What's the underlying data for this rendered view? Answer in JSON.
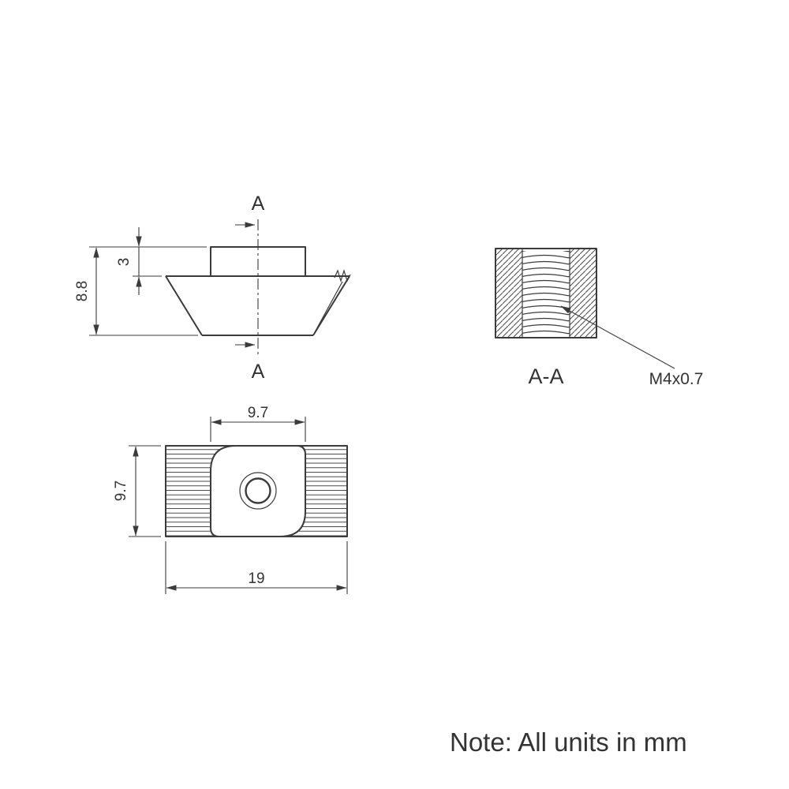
{
  "colors": {
    "ink": "#3b3b3b",
    "background": "#ffffff"
  },
  "front_view": {
    "section_label_top": "A",
    "section_label_bottom": "A",
    "dim_overall_height": "8.8",
    "dim_boss_height": "3"
  },
  "section_view": {
    "label": "A-A",
    "thread_callout": "M4x0.7"
  },
  "top_view": {
    "dim_boss_width": "9.7",
    "dim_body_width": "9.7",
    "dim_overall_length": "19"
  },
  "note": "Note: All units in mm"
}
